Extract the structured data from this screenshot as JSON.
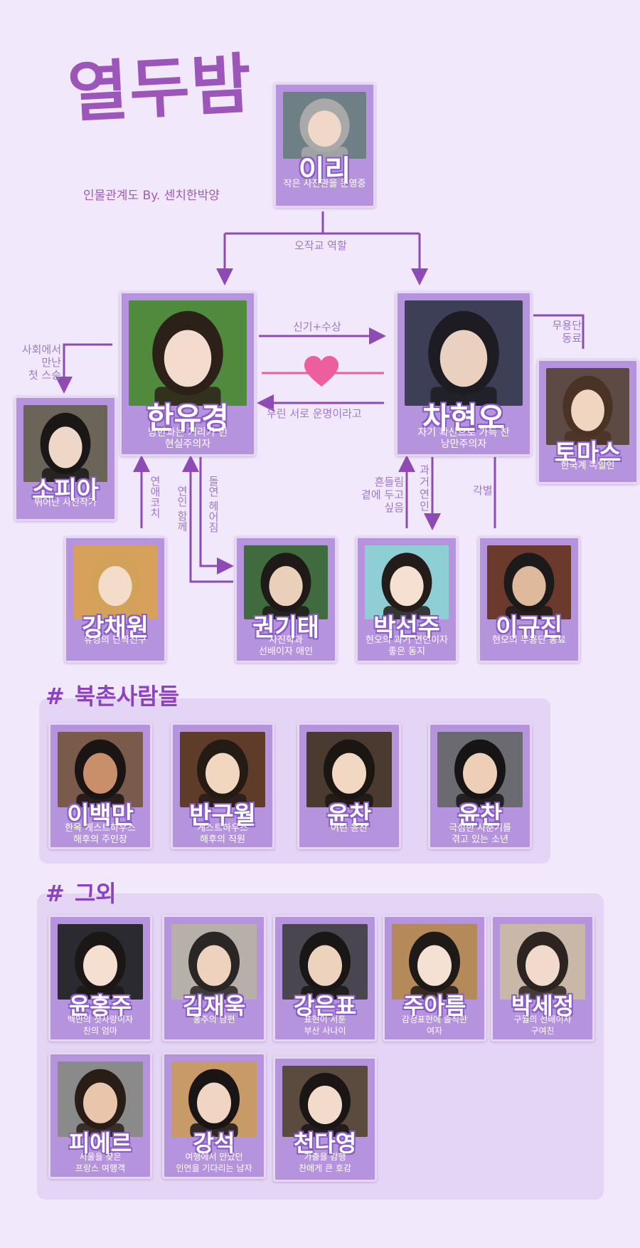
{
  "header": {
    "title": "열두밤",
    "subtitle": "인물관계도 By. 센치한박양"
  },
  "colors": {
    "background": "#f1e8fb",
    "card": "#b594dd",
    "line": "#8e4ab5",
    "label": "#9e78c9",
    "heart": "#ec5e9c"
  },
  "main_characters": {
    "iri": {
      "name": "이리",
      "desc": "작은 사진관을 운영중"
    },
    "han_yukyung": {
      "name": "한유경",
      "desc": "낭만과는 거리가 먼\n현실주의자"
    },
    "cha_hyeono": {
      "name": "차현오",
      "desc": "자기 확신으로 가득 찬\n낭만주의자"
    },
    "sophia": {
      "name": "소피아",
      "desc": "뛰어난 사진작가"
    },
    "thomas": {
      "name": "토마스",
      "desc": "한국계 독일인"
    },
    "kang_chaewon": {
      "name": "강채원",
      "desc": "유경의 단짝친구"
    },
    "kwon_gitae": {
      "name": "권기태",
      "desc": "사진학과\n선배이자 애인"
    },
    "park_seonju": {
      "name": "박선주",
      "desc": "현오의 과거 연인이자\n좋은 동지"
    },
    "lee_gyujin": {
      "name": "이규진",
      "desc": "현오의 무용단 동료"
    }
  },
  "relations": {
    "ojak": "오작교 역할",
    "singi": "신기+수상",
    "unmyeong": "우린 서로 운명이라고",
    "sahoe": "사회에서\n만난\n첫 스승",
    "muyong": "무용단\n동료",
    "yeonae": "연애코치",
    "dolyeon": "돌연 헤어짐",
    "yeonin_ham": "연인 함께",
    "heundeul": "흔들림\n곁에 두고\n싶음",
    "gwageo": "과거\n연인",
    "gakbyeol": "각별"
  },
  "bukchon": {
    "title": "북촌사람들",
    "hash": "#",
    "members": [
      {
        "name": "이백만",
        "desc": "한옥 게스트하우스\n해후의 주인장"
      },
      {
        "name": "반구월",
        "desc": "게스트하우스\n해후의 직원"
      },
      {
        "name": "윤찬",
        "desc": "어린 윤찬"
      },
      {
        "name": "윤찬",
        "desc": "극심한 사춘기를\n겪고 있는 소년"
      }
    ]
  },
  "others": {
    "title": "그외",
    "hash": "#",
    "members": [
      {
        "name": "윤홍주",
        "desc": "백만의 첫사랑이자\n찬의 엄마"
      },
      {
        "name": "김재욱",
        "desc": "홍주의 남편"
      },
      {
        "name": "강은표",
        "desc": "표현이 서툰\n부산 사나이"
      },
      {
        "name": "주아름",
        "desc": "감정표현에 솔직한\n여자"
      },
      {
        "name": "박세정",
        "desc": "구월의 선배이자\n구여친"
      },
      {
        "name": "피에르",
        "desc": "서울을 찾은\n프랑스 여행객"
      },
      {
        "name": "강석",
        "desc": "여행에서 만났던\n인연을 기다리는 남자"
      },
      {
        "name": "천다영",
        "desc": "가출을 감행\n찬에게 큰 호감"
      }
    ]
  }
}
